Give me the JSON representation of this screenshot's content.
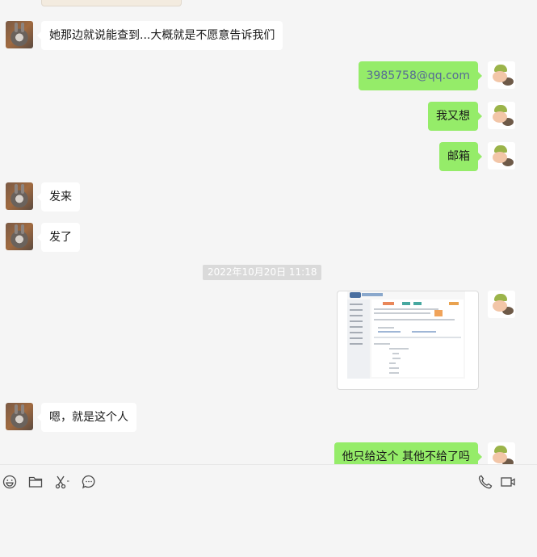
{
  "messages": [
    {
      "side": "left",
      "avatar": "rabbit-avatar",
      "text": "她那边就说能查到...大概就是不愿意告诉我们"
    },
    {
      "side": "right",
      "avatar": "baby-avatar",
      "text": "3985758@qq.com",
      "type": "link"
    },
    {
      "side": "right",
      "avatar": "baby-avatar",
      "text": "我又想"
    },
    {
      "side": "right",
      "avatar": "baby-avatar",
      "text": "邮箱"
    },
    {
      "side": "left",
      "avatar": "rabbit-avatar",
      "text": "发来"
    },
    {
      "side": "left",
      "avatar": "rabbit-avatar",
      "text": "发了"
    },
    {
      "side": "right",
      "avatar": "baby-avatar",
      "type": "image",
      "image_desc": "screenshot of a web page form"
    },
    {
      "side": "left",
      "avatar": "rabbit-avatar",
      "text": "嗯，就是这个人"
    },
    {
      "side": "right",
      "avatar": "baby-avatar",
      "text": "他只给这个 其他不给了吗"
    }
  ],
  "timestamp": "2022年10月20日 11:18",
  "toolbar": {
    "left_icons": [
      "emoji-icon",
      "folder-icon",
      "scissors-icon",
      "chat-history-icon"
    ],
    "right_icons": [
      "phone-icon",
      "video-call-icon"
    ]
  },
  "colors": {
    "background": "#f5f5f5",
    "sent_bubble": "#95ec69",
    "received_bubble": "#ffffff",
    "link_text": "#576b95",
    "timestamp_bg": "#dadada"
  }
}
